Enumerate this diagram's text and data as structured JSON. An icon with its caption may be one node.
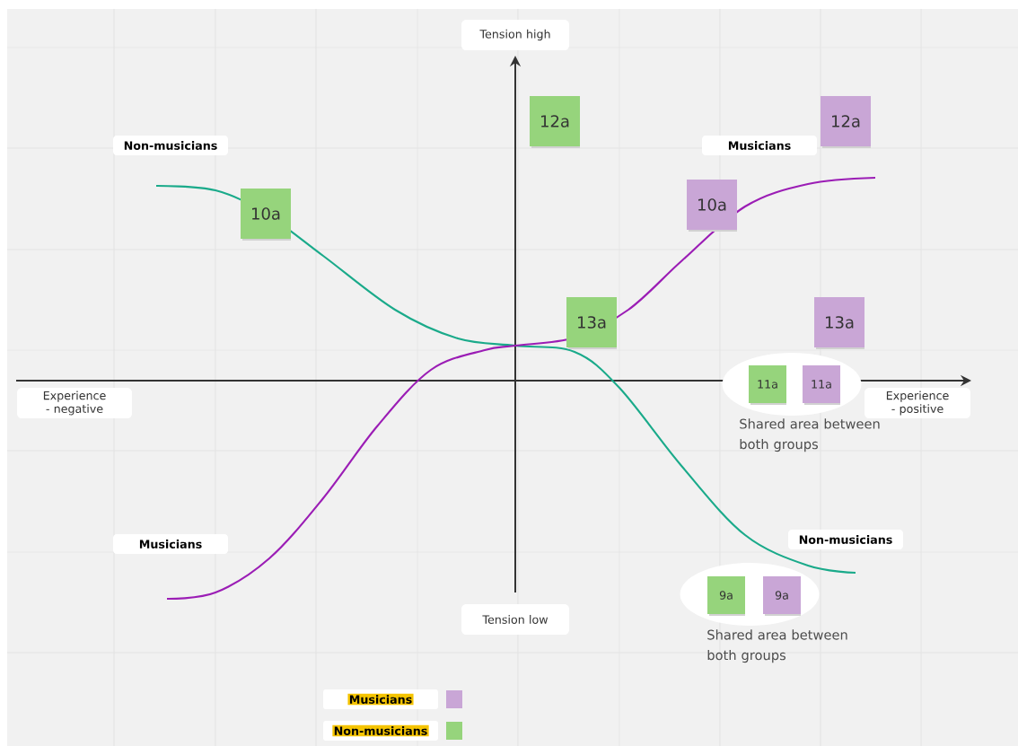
{
  "diagram": {
    "nodes": [
      {
        "text": [
          "Tension high"
        ]
      },
      {
        "text": [
          "12a"
        ]
      },
      {
        "text": [
          "12a"
        ]
      },
      {
        "text": [
          "Non-musicians"
        ]
      },
      {
        "text": [
          "Musicians"
        ]
      },
      {
        "text": [
          "10a"
        ]
      },
      {
        "text": [
          "10a"
        ]
      },
      {
        "text": [
          "13a"
        ]
      },
      {
        "text": [
          "13a"
        ]
      },
      {
        "text": [],
        "shape": "ellipse",
        "beside": [
          "Shared area between both groups"
        ]
      },
      {
        "text": [
          "11a"
        ],
        "in": 9
      },
      {
        "text": [
          "11a"
        ],
        "in": 9
      },
      {
        "text": [
          "Experience - negative"
        ]
      },
      {
        "text": [
          "Experience - positive"
        ]
      },
      {
        "text": [
          "Musicians"
        ]
      },
      {
        "text": [
          "Non-musicians"
        ]
      },
      {
        "text": [],
        "shape": "ellipse",
        "beside": [
          "Shared area between both groups"
        ]
      },
      {
        "text": [
          "9a"
        ],
        "in": 16
      },
      {
        "text": [
          "9a"
        ],
        "in": 16
      },
      {
        "text": [
          "Tension low"
        ]
      }
    ],
    "legend": [
      {
        "text": "Musicians",
        "color": "#c9a6d6"
      },
      {
        "text": "Non-musicians",
        "color": "#96d47c"
      }
    ]
  }
}
